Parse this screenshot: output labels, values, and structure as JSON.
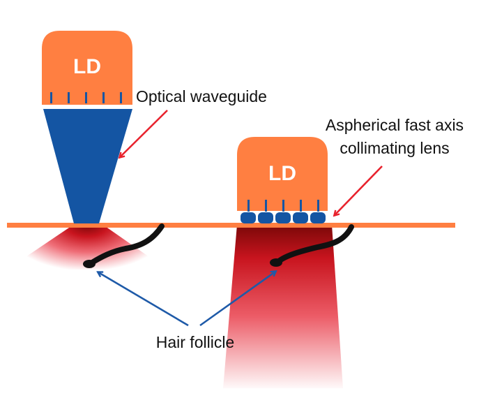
{
  "colors": {
    "laser_diode": "#FF7F41",
    "waveguide": "#1455A3",
    "skin_line": "#FF7F41",
    "beam": "#D81E2A",
    "beam_dark": "#8B0A0A",
    "hair": "#111111",
    "red_arrow": "#E8222D",
    "blue_arrow": "#1E5AA8"
  },
  "left_device": {
    "diode_label": "LD",
    "waveguide_label": "Optical waveguide"
  },
  "right_device": {
    "diode_label": "LD",
    "lens_label_line1": "Aspherical fast axis",
    "lens_label_line2": "collimating lens"
  },
  "hair_label": "Hair follicle"
}
